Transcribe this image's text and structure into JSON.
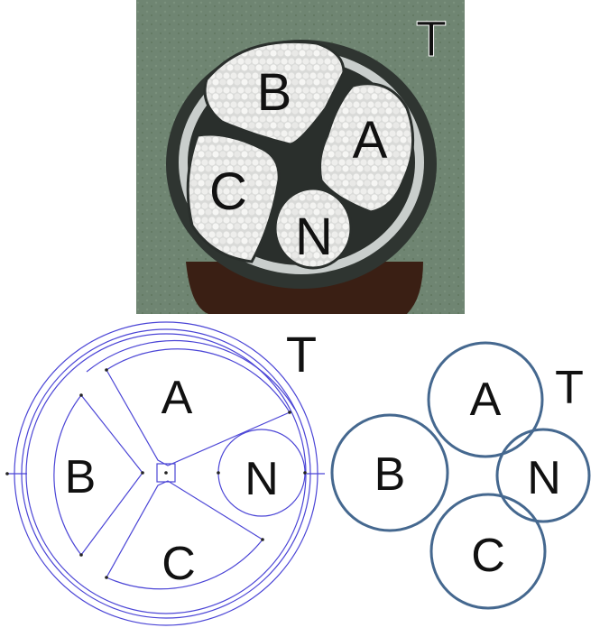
{
  "photo": {
    "corner_label": "T",
    "conductors": [
      "B",
      "A",
      "C",
      "N"
    ],
    "colors": {
      "background": "#6f8572",
      "sheath": "#2d332f",
      "strand": "#e6e6e3",
      "bedding": "#c8cdcb"
    }
  },
  "cad_drawing": {
    "corner_label": "T",
    "conductors": [
      "A",
      "B",
      "C",
      "N"
    ],
    "line_color": "#4b45d6"
  },
  "circle_diagram": {
    "corner_label": "T",
    "conductors": [
      "A",
      "B",
      "N",
      "C"
    ],
    "circle_color": "#45688f"
  }
}
